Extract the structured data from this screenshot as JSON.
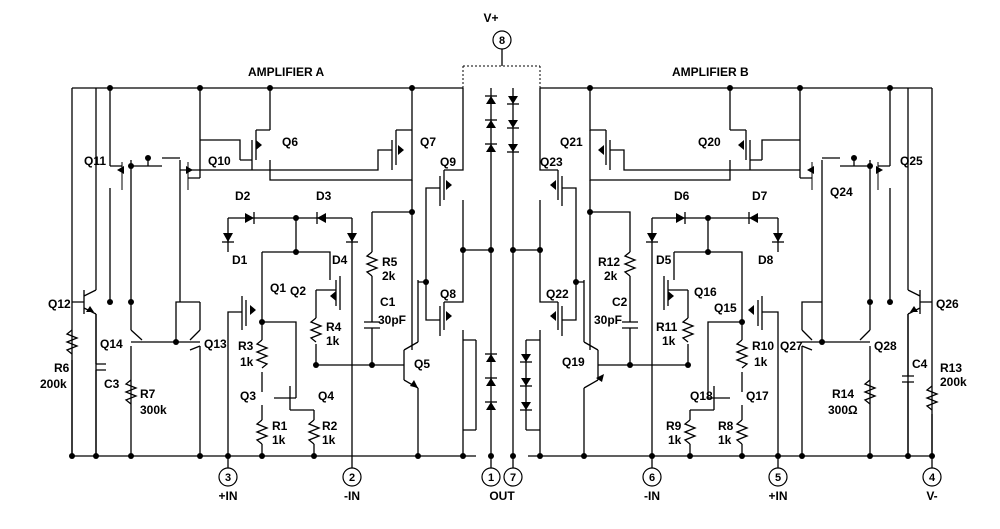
{
  "supply": {
    "vplus": "V+",
    "vplus_pin": "8"
  },
  "sections": {
    "a": "AMPLIFIER A",
    "b": "AMPLIFIER B"
  },
  "pins": [
    {
      "num": "3",
      "name": "+IN"
    },
    {
      "num": "2",
      "name": "-IN"
    },
    {
      "num": "1",
      "name": ""
    },
    {
      "num": "7",
      "name": ""
    },
    {
      "num": "6",
      "name": "-IN"
    },
    {
      "num": "5",
      "name": "+IN"
    },
    {
      "num": "4",
      "name": "V-"
    }
  ],
  "out_label": "OUT",
  "components": {
    "Q11": {
      "ref": "Q11"
    },
    "Q10": {
      "ref": "Q10"
    },
    "Q6": {
      "ref": "Q6"
    },
    "Q7": {
      "ref": "Q7"
    },
    "Q9": {
      "ref": "Q9"
    },
    "Q8": {
      "ref": "Q8"
    },
    "Q12": {
      "ref": "Q12"
    },
    "Q14": {
      "ref": "Q14"
    },
    "Q13": {
      "ref": "Q13"
    },
    "Q1": {
      "ref": "Q1"
    },
    "Q2": {
      "ref": "Q2"
    },
    "Q3": {
      "ref": "Q3"
    },
    "Q4": {
      "ref": "Q4"
    },
    "Q5": {
      "ref": "Q5"
    },
    "Q21": {
      "ref": "Q21"
    },
    "Q20": {
      "ref": "Q20"
    },
    "Q23": {
      "ref": "Q23"
    },
    "Q22": {
      "ref": "Q22"
    },
    "Q25": {
      "ref": "Q25"
    },
    "Q24": {
      "ref": "Q24"
    },
    "Q26": {
      "ref": "Q26"
    },
    "Q27": {
      "ref": "Q27"
    },
    "Q28": {
      "ref": "Q28"
    },
    "Q16": {
      "ref": "Q16"
    },
    "Q15": {
      "ref": "Q15"
    },
    "Q18": {
      "ref": "Q18"
    },
    "Q17": {
      "ref": "Q17"
    },
    "Q19": {
      "ref": "Q19"
    },
    "D1": {
      "ref": "D1"
    },
    "D2": {
      "ref": "D2"
    },
    "D3": {
      "ref": "D3"
    },
    "D4": {
      "ref": "D4"
    },
    "D5": {
      "ref": "D5"
    },
    "D6": {
      "ref": "D6"
    },
    "D7": {
      "ref": "D7"
    },
    "D8": {
      "ref": "D8"
    },
    "R1": {
      "ref": "R1",
      "value": "1k"
    },
    "R2": {
      "ref": "R2",
      "value": "1k"
    },
    "R3": {
      "ref": "R3",
      "value": "1k"
    },
    "R4": {
      "ref": "R4",
      "value": "1k"
    },
    "R5": {
      "ref": "R5",
      "value": "2k"
    },
    "R6": {
      "ref": "R6",
      "value": "200k"
    },
    "R7": {
      "ref": "R7",
      "value": "300k"
    },
    "R8": {
      "ref": "R8",
      "value": "1k"
    },
    "R9": {
      "ref": "R9",
      "value": "1k"
    },
    "R10": {
      "ref": "R10",
      "value": "1k"
    },
    "R11": {
      "ref": "R11",
      "value": "1k"
    },
    "R12": {
      "ref": "R12",
      "value": "2k"
    },
    "R13": {
      "ref": "R13",
      "value": "200k"
    },
    "R14": {
      "ref": "R14",
      "value": "300Ω"
    },
    "C1": {
      "ref": "C1",
      "value": "30pF"
    },
    "C2": {
      "ref": "C2",
      "value": "30pF"
    },
    "C3": {
      "ref": "C3",
      "value": ""
    },
    "C4": {
      "ref": "C4",
      "value": ""
    }
  }
}
